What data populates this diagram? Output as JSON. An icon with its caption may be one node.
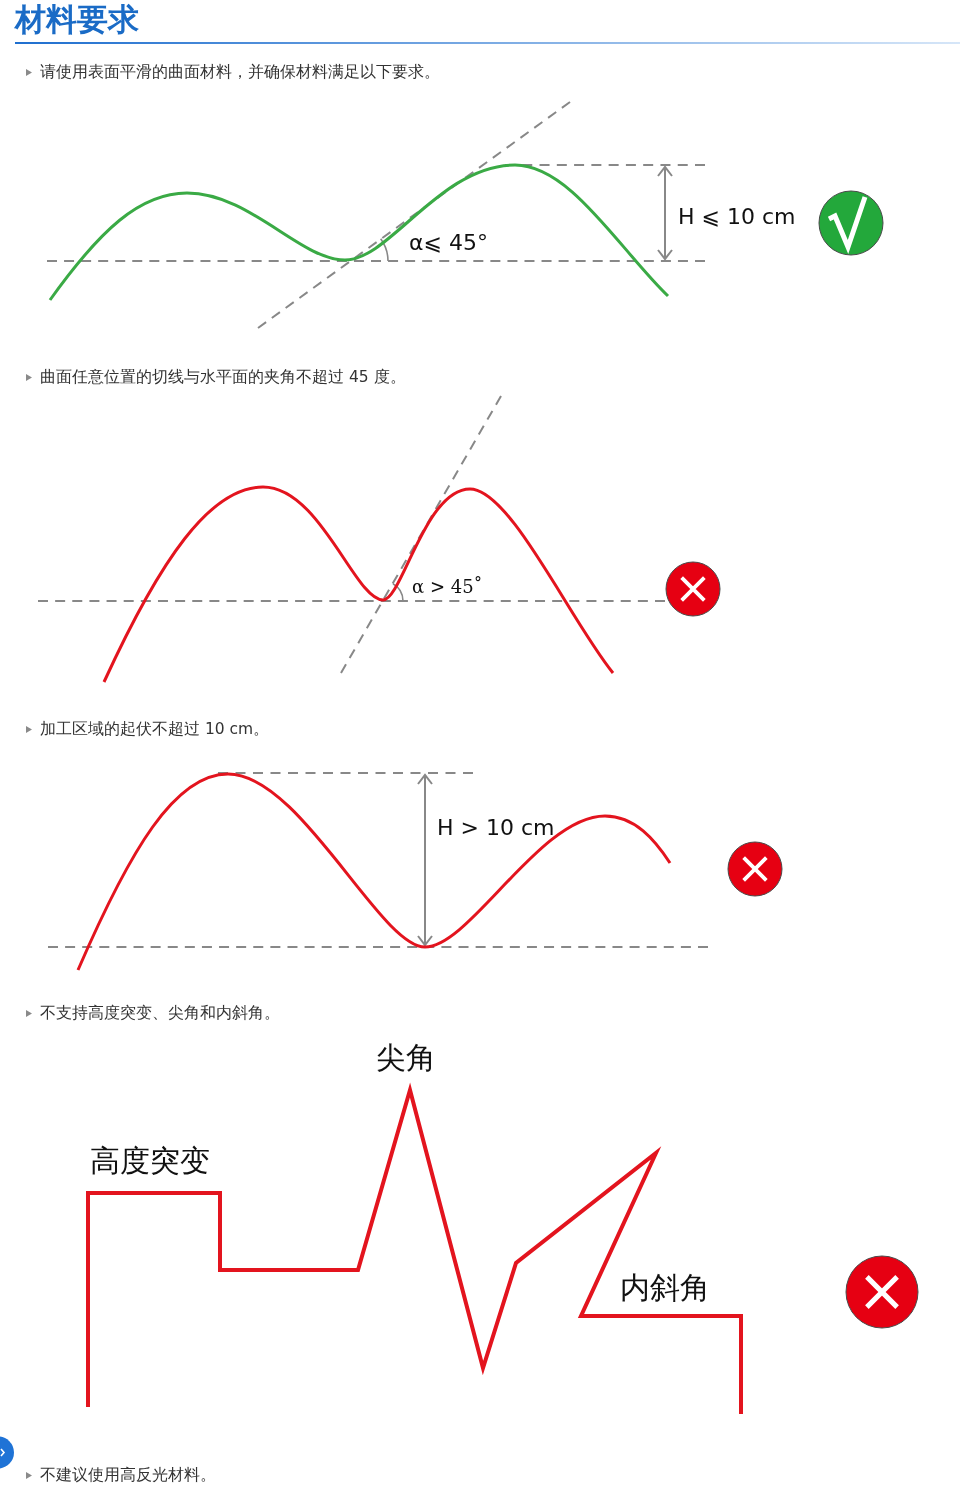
{
  "diagram": {
    "title": "材料要求",
    "labels": [
      "请使用表面平滑的曲面材料，并确保材料满足以下要求。",
      "H ⩽ 10 cm",
      "α⩽ 45°",
      "曲面任意位置的切线与水平面的夹角不超过 45 度。",
      "α > 45˚",
      "加工区域的起伏不超过 10 cm。",
      "H > 10 cm",
      "不支持高度突变、尖角和内斜角。",
      "尖角",
      "高度突变",
      "内斜角",
      "不建议使用高反光材料。"
    ]
  }
}
